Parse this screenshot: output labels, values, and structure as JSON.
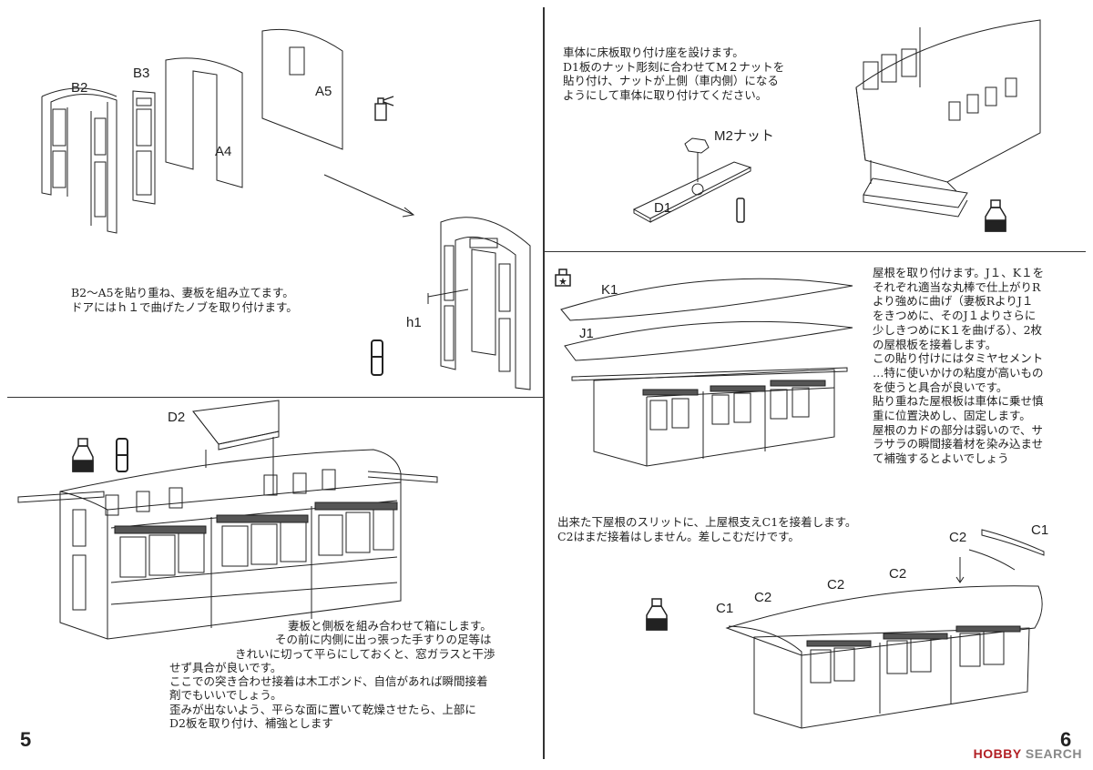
{
  "page_left": {
    "number": "5",
    "step1": {
      "labels": {
        "b2": "B2",
        "b3": "B3",
        "a4": "A4",
        "a5": "A5",
        "h1": "h1"
      },
      "text": [
        "B2～A5を貼り重ね、妻板を組み立てます。",
        "ドアにはｈ１で曲げたノブを取り付けます。"
      ]
    },
    "step2": {
      "labels": {
        "d2": "D2"
      },
      "text": [
        "妻板と側板を組み合わせて箱にします。",
        "その前に内側に出っ張った手すりの足等は",
        "きれいに切って平らにしておくと、窓ガラスと干渉",
        "せず具合が良いです。",
        "ここでの突き合わせ接着は木工ボンド、自信があれば瞬間接着",
        "剤でもいいでしょう。",
        "歪みが出ないよう、平らな面に置いて乾燥させたら、上部に",
        "D2板を取り付け、補強とします"
      ]
    }
  },
  "page_right": {
    "number": "6",
    "step3": {
      "labels": {
        "m2": "M2ナット",
        "d1": "D1"
      },
      "text": [
        "車体に床板取り付け座を設けます。",
        "D1板のナット彫刻に合わせてM２ナットを",
        "貼り付け、ナットが上側（車内側）になる",
        "ようにして車体に取り付けてください。"
      ]
    },
    "step4": {
      "labels": {
        "k1": "K1",
        "j1": "J1"
      },
      "text": [
        "屋根を取り付けます。J１、K１を",
        "それぞれ適当な丸棒で仕上がりR",
        "より強めに曲げ（妻板RよりJ１",
        "をきつめに、そのJ１よりさらに",
        "少しきつめにK１を曲げる）、2枚",
        "の屋根板を接着します。",
        "この貼り付けにはタミヤセメント",
        "…特に使いかけの粘度が高いもの",
        "を使うと具合が良いです。",
        "貼り重ねた屋根板は車体に乗せ慎",
        "重に位置決めし、固定します。",
        "屋根のカドの部分は弱いので、サ",
        "ラサラの瞬間接着材を染み込ませ",
        "て補強するとよいでしょう"
      ]
    },
    "step5": {
      "labels": {
        "c1_top": "C1",
        "c2_top": "C2",
        "c1_side": "C1",
        "c2_a": "C2",
        "c2_b": "C2",
        "c2_c": "C2"
      },
      "text": [
        "出来た下屋根のスリットに、上屋根支えC1を接着します。",
        "C2はまだ接着はしません。差しこむだけです。"
      ]
    }
  },
  "watermark": {
    "brand": "HOBBY",
    "suffix": " SEARCH"
  },
  "icons": [
    "glue-bottle-icon",
    "cement-tube-icon",
    "bond-bottle-icon",
    "instant-glue-icon",
    "tape-icon"
  ]
}
